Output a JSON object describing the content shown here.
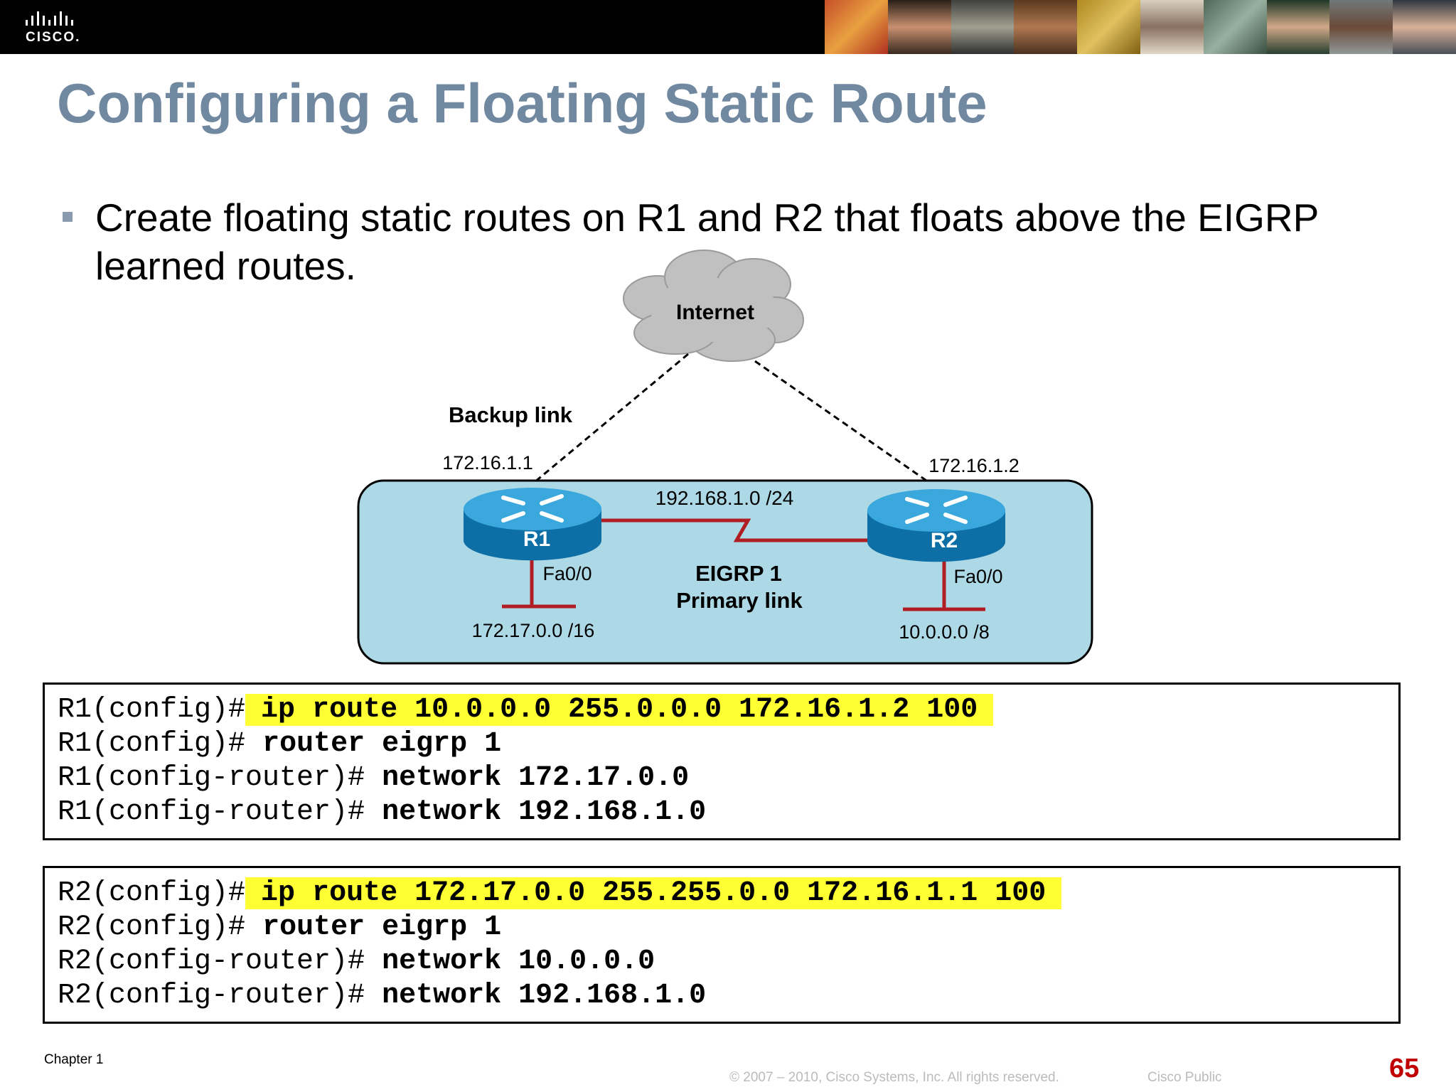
{
  "brand": {
    "logo_text": "CISCO."
  },
  "slide": {
    "title": "Configuring a Floating Static Route",
    "bullet": "Create floating static routes on R1 and R2 that floats above the EIGRP learned routes."
  },
  "diagram": {
    "internet_label": "Internet",
    "backup_link_label": "Backup link",
    "r1_ip": "172.16.1.1",
    "r2_ip": "172.16.1.2",
    "link_network": "192.168.1.0 /24",
    "r1_label": "R1",
    "r2_label": "R2",
    "r1_interface": "Fa0/0",
    "r2_interface": "Fa0/0",
    "eigrp_label": "EIGRP 1",
    "primary_label": "Primary link",
    "r1_lan": "172.17.0.0 /16",
    "r2_lan": "10.0.0.0 /8",
    "colors": {
      "cloud": "#c0c0c0",
      "area": "#add8e6",
      "router": "#1a90c8",
      "link": "#b01e24"
    }
  },
  "config_r1": [
    {
      "prompt": "R1(config)#",
      "command": "ip route 10.0.0.0 255.0.0.0 172.16.1.2 100",
      "highlight": true
    },
    {
      "prompt": "R1(config)#",
      "command": "router eigrp 1",
      "highlight": false
    },
    {
      "prompt": "R1(config-router)#",
      "command": "network 172.17.0.0",
      "highlight": false
    },
    {
      "prompt": "R1(config-router)#",
      "command": "network 192.168.1.0",
      "highlight": false
    }
  ],
  "config_r2": [
    {
      "prompt": "R2(config)#",
      "command": "ip route 172.17.0.0 255.255.0.0 172.16.1.1 100",
      "highlight": true
    },
    {
      "prompt": "R2(config)#",
      "command": "router eigrp 1",
      "highlight": false
    },
    {
      "prompt": "R2(config-router)#",
      "command": "network 10.0.0.0",
      "highlight": false
    },
    {
      "prompt": "R2(config-router)#",
      "command": "network 192.168.1.0",
      "highlight": false
    }
  ],
  "highlight_color": "#ffff33",
  "footer": {
    "chapter": "Chapter 1",
    "copyright": "© 2007 – 2010, Cisco Systems, Inc. All rights reserved.",
    "classification": "Cisco Public",
    "page_number": "65"
  }
}
